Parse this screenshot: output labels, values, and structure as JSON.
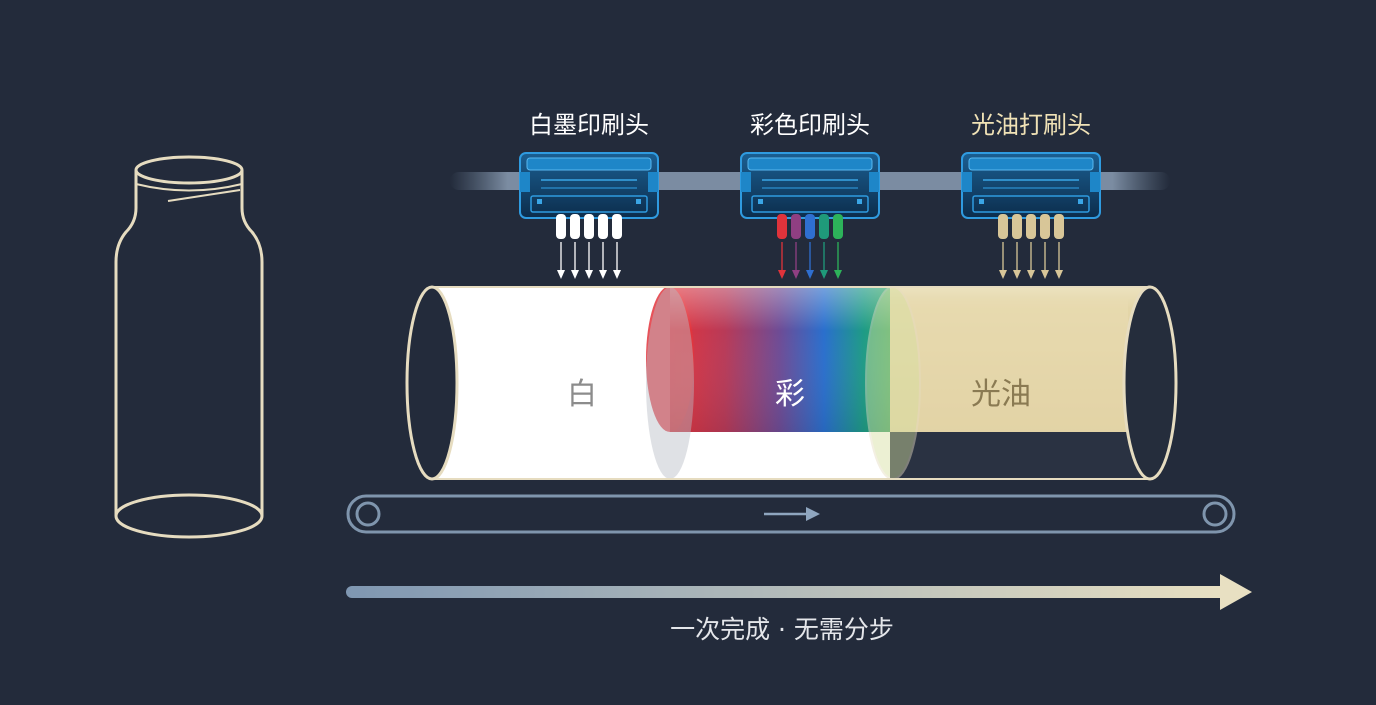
{
  "heads": [
    {
      "label": "白墨印刷头",
      "label_color": "#ffffff",
      "nozzle_colors": [
        "#ffffff",
        "#ffffff",
        "#ffffff",
        "#ffffff",
        "#ffffff"
      ]
    },
    {
      "label": "彩色印刷头",
      "label_color": "#ffffff",
      "nozzle_colors": [
        "#e0333b",
        "#8f3f82",
        "#2f6fd0",
        "#1f9a7a",
        "#2db35a"
      ]
    },
    {
      "label": "光油打刷头",
      "label_color": "#f0e2b6",
      "nozzle_colors": [
        "#d8c698",
        "#d8c698",
        "#d8c698",
        "#d8c698",
        "#d8c698"
      ]
    }
  ],
  "layers": {
    "white": "白",
    "color": "彩",
    "varnish": "光油"
  },
  "caption": "一次完成 · 无需分步",
  "colors": {
    "background": "#232b3b",
    "head_blue": "#1e86c8",
    "head_dark": "#0d3150",
    "bottle_outline": "#e6dcc0",
    "belt": "#7f95ad",
    "varnish": "#e2d4a6",
    "arrow_start": "#7f97b2",
    "arrow_end": "#e8e0c2"
  }
}
